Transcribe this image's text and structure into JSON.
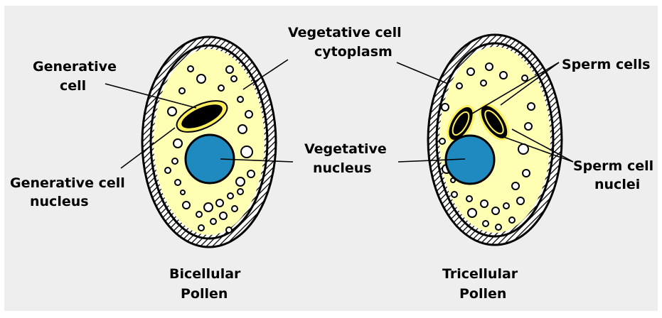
{
  "labels": {
    "generative_cell_l1": "Generative",
    "generative_cell_l2": "cell",
    "vegetative_cytoplasm_l1": "Vegetative cell",
    "vegetative_cytoplasm_l2": "cytoplasm",
    "sperm_cells": "Sperm cells",
    "generative_nucleus_l1": "Generative cell",
    "generative_nucleus_l2": "nucleus",
    "vegetative_nucleus_l1": "Vegetative",
    "vegetative_nucleus_l2": "nucleus",
    "sperm_nuclei_l1": "Sperm cell",
    "sperm_nuclei_l2": "nuclei",
    "bicellular_l1": "Bicellular",
    "bicellular_l2": "Pollen",
    "tricellular_l1": "Tricellular",
    "tricellular_l2": "Pollen"
  },
  "colors": {
    "background": "#eeeeee",
    "cytoplasm": "#ffffb3",
    "nucleus": "#1f8ac0",
    "generative_fill": "#000000",
    "generative_ring": "#ffef5a",
    "wall": "#000000"
  }
}
